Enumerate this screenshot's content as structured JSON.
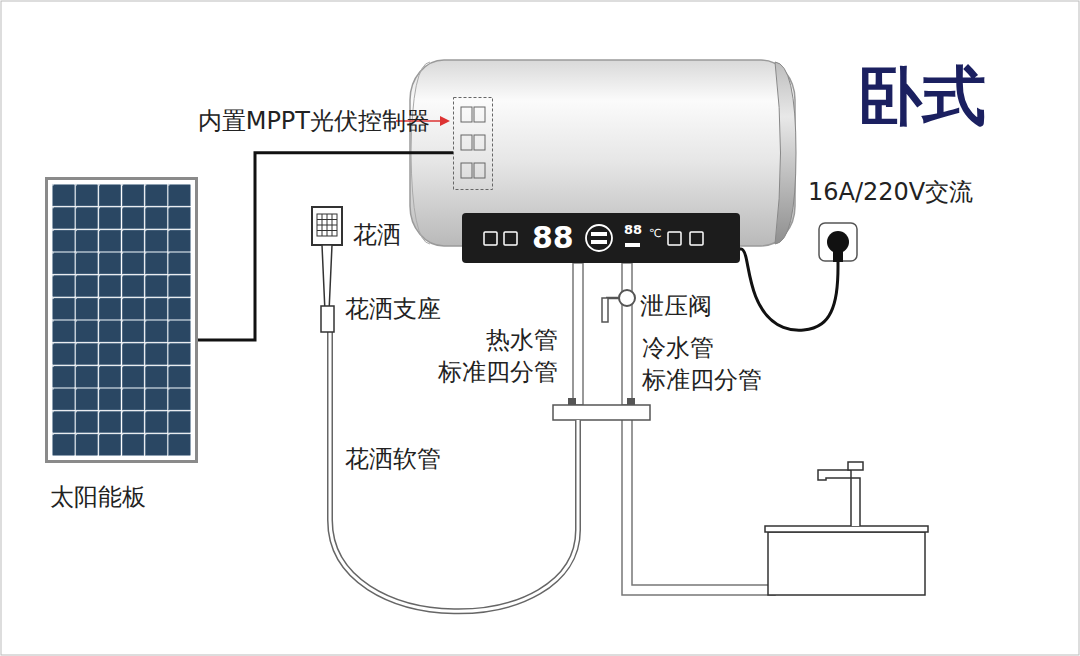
{
  "diagram": {
    "title": "卧式",
    "nodes": [
      {
        "text": [
          "太阳能板"
        ]
      },
      {
        "text": [
          "内置MPPT光伏控制器"
        ]
      },
      {
        "text": [
          "88",
          "88",
          "℃"
        ]
      },
      {
        "text": [
          "16A/220V交流"
        ]
      }
    ],
    "edges": [
      {
        "from": 0,
        "to": 1,
        "arrow": "none"
      },
      {
        "from": 2,
        "to": 3,
        "arrow": "none"
      }
    ],
    "labels": [
      "花洒",
      "花洒支座",
      "热水管 标准四分管",
      "泄压阀",
      "冷水管 标准四分管",
      "花洒软管"
    ]
  }
}
